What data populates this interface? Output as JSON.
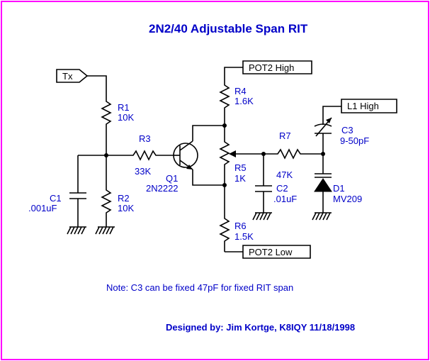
{
  "title": "2N2/40 Adjustable Span RIT",
  "ports": {
    "tx": "Tx",
    "pot2_high": "POT2 High",
    "pot2_low": "POT2 Low",
    "l1_high": "L1 High"
  },
  "components": {
    "r1": {
      "ref": "R1",
      "value": "10K"
    },
    "r2": {
      "ref": "R2",
      "value": "10K"
    },
    "r3": {
      "ref": "R3",
      "value": "33K"
    },
    "r4": {
      "ref": "R4",
      "value": "1.6K"
    },
    "r5": {
      "ref": "R5",
      "value": "1K"
    },
    "r6": {
      "ref": "R6",
      "value": "1.5K"
    },
    "r7": {
      "ref": "R7",
      "value": "47K"
    },
    "c1": {
      "ref": "C1",
      "value": ".001uF"
    },
    "c2": {
      "ref": "C2",
      "value": ".01uF"
    },
    "c3": {
      "ref": "C3",
      "value": "9-50pF"
    },
    "q1": {
      "ref": "Q1",
      "value": "2N2222"
    },
    "d1": {
      "ref": "D1",
      "value": "MV209"
    }
  },
  "note": "Note: C3 can be fixed 47pF for fixed RIT span",
  "credit": "Designed by: Jim Kortge, K8IQY 11/18/1998",
  "colors": {
    "border": "#ff00ff",
    "text": "#0000c8",
    "wire": "#000000",
    "background": "#ffffff"
  }
}
